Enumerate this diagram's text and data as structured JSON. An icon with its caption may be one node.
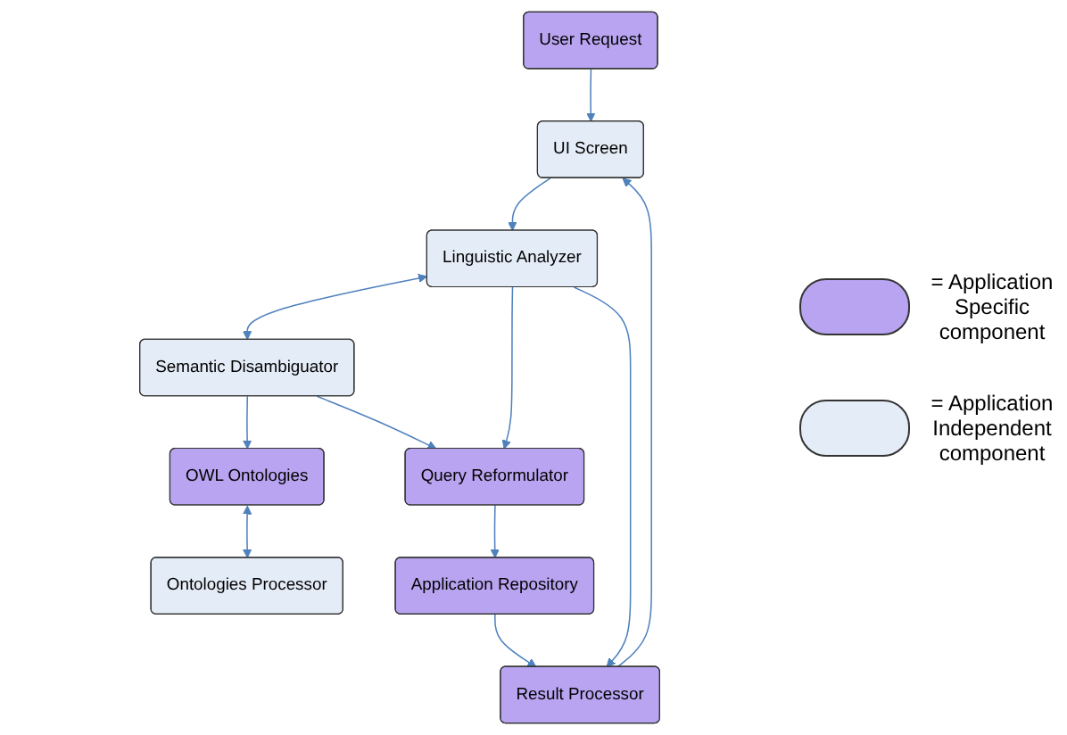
{
  "diagram": {
    "nodes": [
      {
        "text": [
          "User Request"
        ]
      },
      {
        "text": [
          "UI Screen"
        ]
      },
      {
        "text": [
          "Linguistic Analyzer"
        ]
      },
      {
        "text": [
          "OWL Ontologies"
        ]
      },
      {
        "text": [
          "Semantic Disambiguator"
        ]
      },
      {
        "text": [
          "Ontologies Processor"
        ]
      },
      {
        "text": [
          "Query Reformulator"
        ]
      },
      {
        "text": [
          "Result Processor"
        ]
      },
      {
        "text": [
          "Application Repository"
        ]
      }
    ],
    "edges": [
      {
        "from": 0,
        "to": 1,
        "arrow": "to"
      },
      {
        "from": 1,
        "to": 2,
        "arrow": "to"
      },
      {
        "from": 2,
        "to": 4,
        "arrow": "both"
      },
      {
        "from": 4,
        "to": 3,
        "arrow": "to"
      },
      {
        "from": 3,
        "to": 5,
        "arrow": "both"
      },
      {
        "from": 2,
        "to": 6,
        "arrow": "to"
      },
      {
        "from": 2,
        "to": 7,
        "arrow": "to"
      },
      {
        "from": 4,
        "to": 6,
        "arrow": "to"
      },
      {
        "from": 6,
        "to": 8,
        "arrow": "to"
      },
      {
        "from": 8,
        "to": 7,
        "arrow": "to"
      },
      {
        "from": 7,
        "to": 1,
        "arrow": "to"
      }
    ],
    "legend": [
      {
        "text": "= Application Specific component",
        "color": "#b8a4f0"
      },
      {
        "text": "= Application Independent component",
        "color": "#e4ecf7"
      }
    ]
  }
}
